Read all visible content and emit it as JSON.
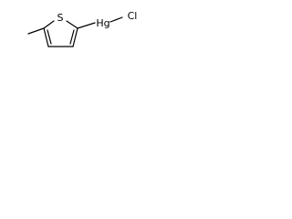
{
  "molecule": {
    "atoms": {
      "sulfur": "S",
      "mercury": "Hg",
      "chlorine": "Cl"
    },
    "bonds": [
      {
        "id": "methyl-c5",
        "order": 1
      },
      {
        "id": "s1-c5",
        "order": 1
      },
      {
        "id": "s1-c2",
        "order": 1
      },
      {
        "id": "c2-c3",
        "order": 2
      },
      {
        "id": "c3-c4",
        "order": 1
      },
      {
        "id": "c4-c5",
        "order": 2
      },
      {
        "id": "c2-hg",
        "order": 1
      },
      {
        "id": "hg-cl",
        "order": 1
      }
    ]
  }
}
